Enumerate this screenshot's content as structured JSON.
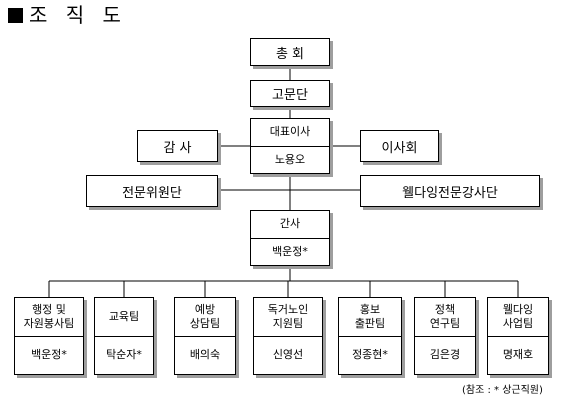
{
  "title": "조 직 도",
  "boxes": {
    "general_assembly": "총 회",
    "advisory": "고문단",
    "representative": {
      "role": "대표이사",
      "name": "노용오"
    },
    "auditor": "감 사",
    "board": "이사회",
    "expert_committee": "전문위원단",
    "lecturer_group": "웰다잉전문강사단",
    "secretary": {
      "role": "간사",
      "name": "백운정*"
    }
  },
  "teams": [
    {
      "name": "행정 및\n자원봉사팀",
      "leader": "백운정*"
    },
    {
      "name": "교육팀",
      "leader": "탁순자*"
    },
    {
      "name": "예방\n상담팀",
      "leader": "배의숙"
    },
    {
      "name": "독거노인\n지원팀",
      "leader": "신영선"
    },
    {
      "name": "홍보\n출판팀",
      "leader": "정종현*"
    },
    {
      "name": "정책\n연구팀",
      "leader": "김은경"
    },
    {
      "name": "웰다잉\n사업팀",
      "leader": "명재호"
    }
  ],
  "note": "(참조 : * 상근직원)"
}
